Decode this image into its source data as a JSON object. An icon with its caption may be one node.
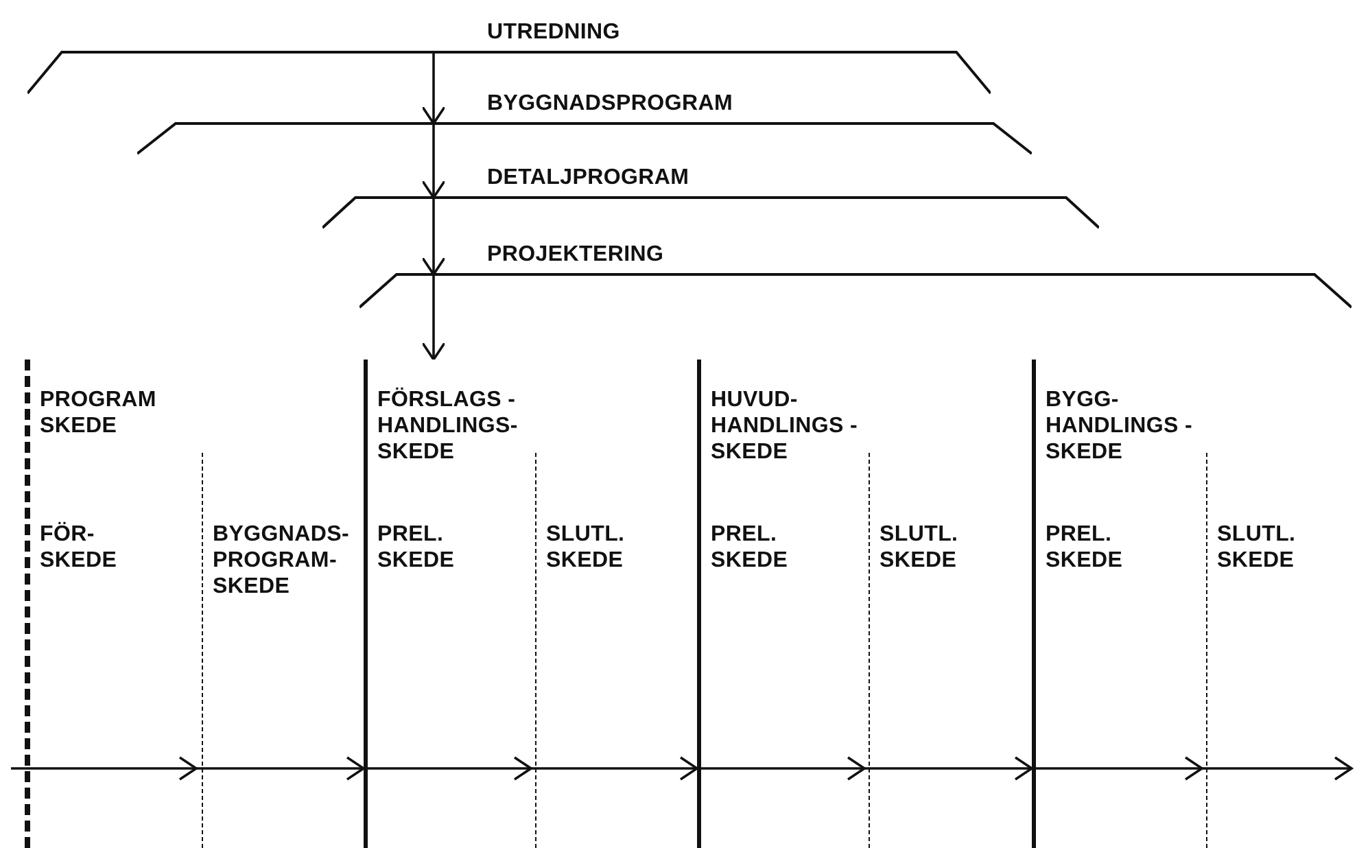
{
  "diagram": {
    "nodes": [
      {
        "text": [
          "UTREDNING"
        ]
      },
      {
        "text": [
          "BYGGNADSPROGRAM"
        ]
      },
      {
        "text": [
          "DETALJPROGRAM"
        ]
      },
      {
        "text": [
          "PROJEKTERING"
        ]
      },
      {
        "text": [
          "PROGRAM SKEDE"
        ]
      },
      {
        "text": [
          "FÖR- SKEDE"
        ],
        "in": 4
      },
      {
        "text": [
          "BYGGNADS- PROGRAM- SKEDE"
        ],
        "in": 4
      },
      {
        "text": [
          "FÖRSLAGS - HANDLINGS- SKEDE"
        ]
      },
      {
        "text": [
          "PREL. SKEDE"
        ],
        "in": 7
      },
      {
        "text": [
          "SLUTL. SKEDE"
        ],
        "in": 7
      },
      {
        "text": [
          "HUVUD- HANDLINGS - SKEDE"
        ]
      },
      {
        "text": [
          "PREL. SKEDE"
        ],
        "in": 10
      },
      {
        "text": [
          "SLUTL. SKEDE"
        ],
        "in": 10
      },
      {
        "text": [
          "BYGG- HANDLINGS - SKEDE"
        ]
      },
      {
        "text": [
          "PREL. SKEDE"
        ],
        "in": 13
      },
      {
        "text": [
          "SLUTL. SKEDE"
        ],
        "in": 13
      }
    ],
    "edges": [
      {
        "from": 0,
        "to": 1,
        "arrow": "to"
      },
      {
        "from": 1,
        "to": 2,
        "arrow": "to"
      },
      {
        "from": 2,
        "to": 3,
        "arrow": "to"
      },
      {
        "from": 3,
        "to": 7,
        "arrow": "to"
      }
    ]
  }
}
